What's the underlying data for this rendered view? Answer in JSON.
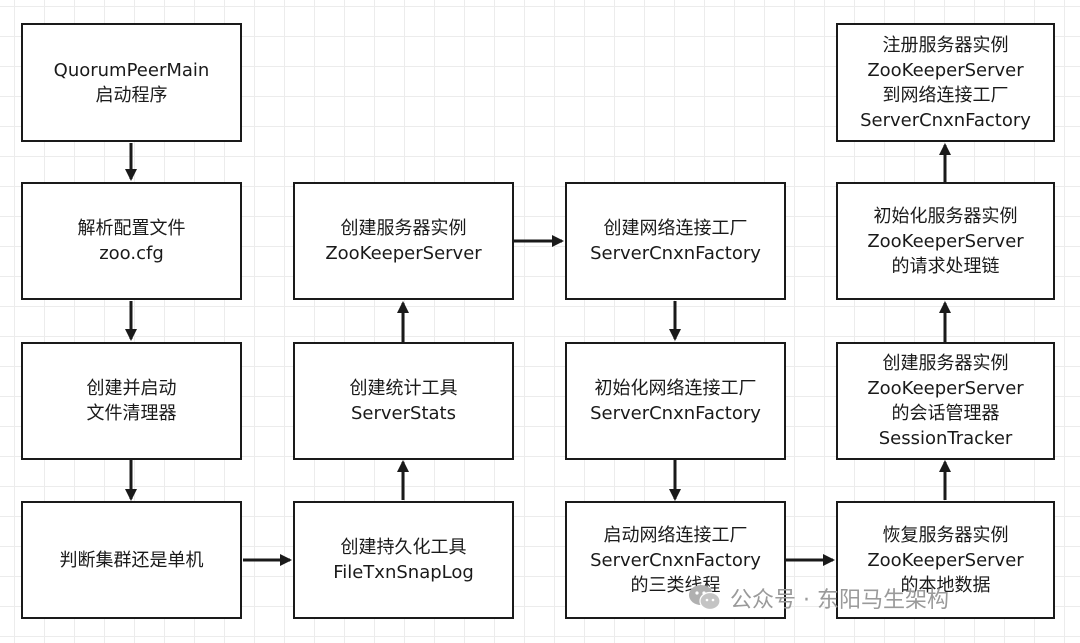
{
  "boxes": {
    "b1": "QuorumPeerMain\n启动程序",
    "b2": "解析配置文件\nzoo.cfg",
    "b3": "创建并启动\n文件清理器",
    "b4": "判断集群还是单机",
    "b5": "创建持久化工具\nFileTxnSnapLog",
    "b6": "创建统计工具\nServerStats",
    "b7": "创建服务器实例\nZooKeeperServer",
    "b8": "创建网络连接工厂\nServerCnxnFactory",
    "b9": "初始化网络连接工厂\nServerCnxnFactory",
    "b10": "启动网络连接工厂\nServerCnxnFactory\n的三类线程",
    "b11": "恢复服务器实例\nZooKeeperServer\n的本地数据",
    "b12": "创建服务器实例\nZooKeeperServer\n的会话管理器\nSessionTracker",
    "b13": "初始化服务器实例\nZooKeeperServer\n的请求处理链",
    "b14": "注册服务器实例\nZooKeeperServer\n到网络连接工厂\nServerCnxnFactory"
  },
  "watermark": {
    "text": "公众号 · 东阳马生架构",
    "icon": "wechat-icon"
  },
  "colors": {
    "box_border": "#1a1a1a",
    "arrow": "#1a1a1a",
    "grid": "#ececec",
    "watermark": "#9a9a9a"
  }
}
